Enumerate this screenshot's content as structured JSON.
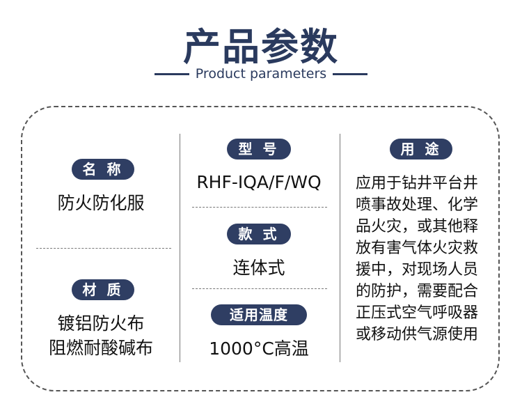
{
  "header": {
    "title": "产品参数",
    "subtitle": "Product parameters"
  },
  "specs": {
    "name": {
      "label": "名 称",
      "value": "防火防化服"
    },
    "material": {
      "label": "材 质",
      "value_line1": "镀铝防火布",
      "value_line2": "阻燃耐酸碱布"
    },
    "model": {
      "label": "型 号",
      "value": "RHF-IQA/F/WQ"
    },
    "style": {
      "label": "款 式",
      "value": "连体式"
    },
    "temperature": {
      "label": "适用温度",
      "value": "1000°C高温"
    },
    "usage": {
      "label": "用 途",
      "lines": [
        "应用于钻井平台井",
        "喷事故处理、化学",
        "品火灾，或其他释",
        "放有害气体火灾救",
        "援中，对现场人员",
        "的防护，需要配合",
        "正压式空气呼吸器",
        "或移动供气源使用"
      ]
    }
  },
  "colors": {
    "title": "#2a3a5e",
    "pill_bg": "#2f3e63",
    "pill_text": "#ffffff"
  }
}
